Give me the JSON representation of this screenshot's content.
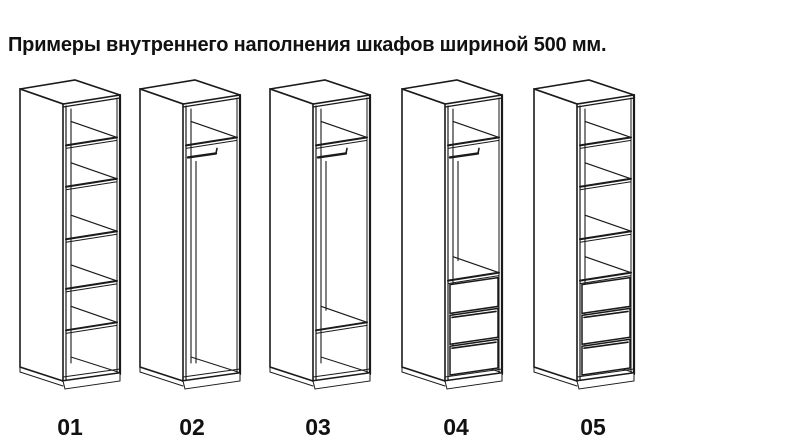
{
  "title": "Примеры внутреннего наполнения шкафов шириной 500 мм.",
  "cabinets": [
    {
      "label": "01",
      "type": "shelves"
    },
    {
      "label": "02",
      "type": "hanging"
    },
    {
      "label": "03",
      "type": "hanging-with-lower-shelf"
    },
    {
      "label": "04",
      "type": "hanging-with-drawers",
      "drawers": 3
    },
    {
      "label": "05",
      "type": "shelves-with-drawers",
      "drawers": 3
    }
  ],
  "colors": {
    "line": "#1a1a1a",
    "background": "#ffffff"
  }
}
